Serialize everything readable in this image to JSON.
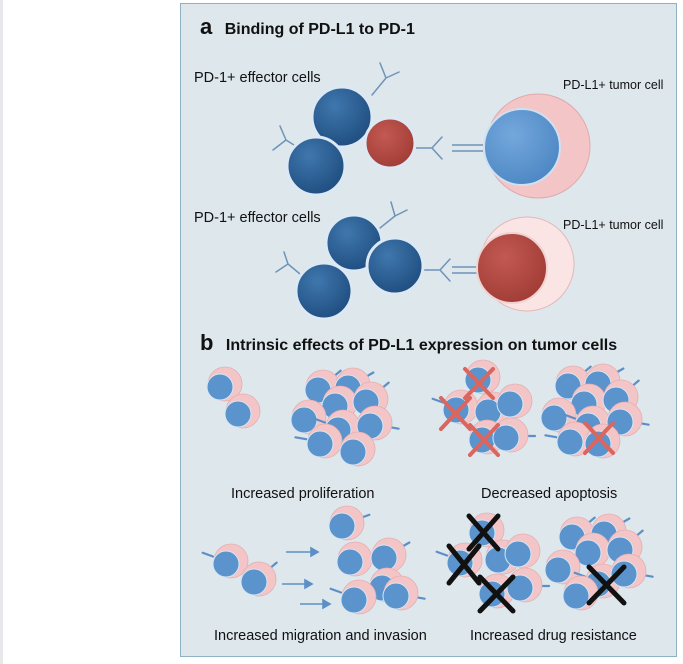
{
  "section_a": {
    "letter": "a",
    "title": "Binding of PD-L1 to PD-1",
    "row1": {
      "effector_label": "PD-1+ effector cells",
      "tumor_label": "PD-L1+ tumor cell"
    },
    "row2": {
      "effector_label": "PD-1+ effector cells",
      "tumor_label": "PD-L1+ tumor cell"
    }
  },
  "section_b": {
    "letter": "b",
    "title": "Intrinsic effects of PD-L1 expression on tumor cells",
    "captions": {
      "proliferation": "Increased proliferation",
      "apoptosis": "Decreased apoptosis",
      "migration": "Increased migration and invasion",
      "drug": "Increased drug resistance"
    }
  },
  "colors": {
    "panel_bg": "#dde7ec",
    "panel_border": "#8fb1c3",
    "effector_cell": "#2d5f96",
    "tumor_core_blue": "#5b93cd",
    "tumor_core_red": "#b24a43",
    "tumor_halo": "#f4c5c7",
    "red_cross": "#d9665f",
    "black_cross": "#111111"
  },
  "icons": [
    "pd1-receptor-icon",
    "pdl1-receptor-icon",
    "migration-arrow-icon",
    "apoptosis-cross-icon",
    "drug-resistance-cross-icon"
  ]
}
